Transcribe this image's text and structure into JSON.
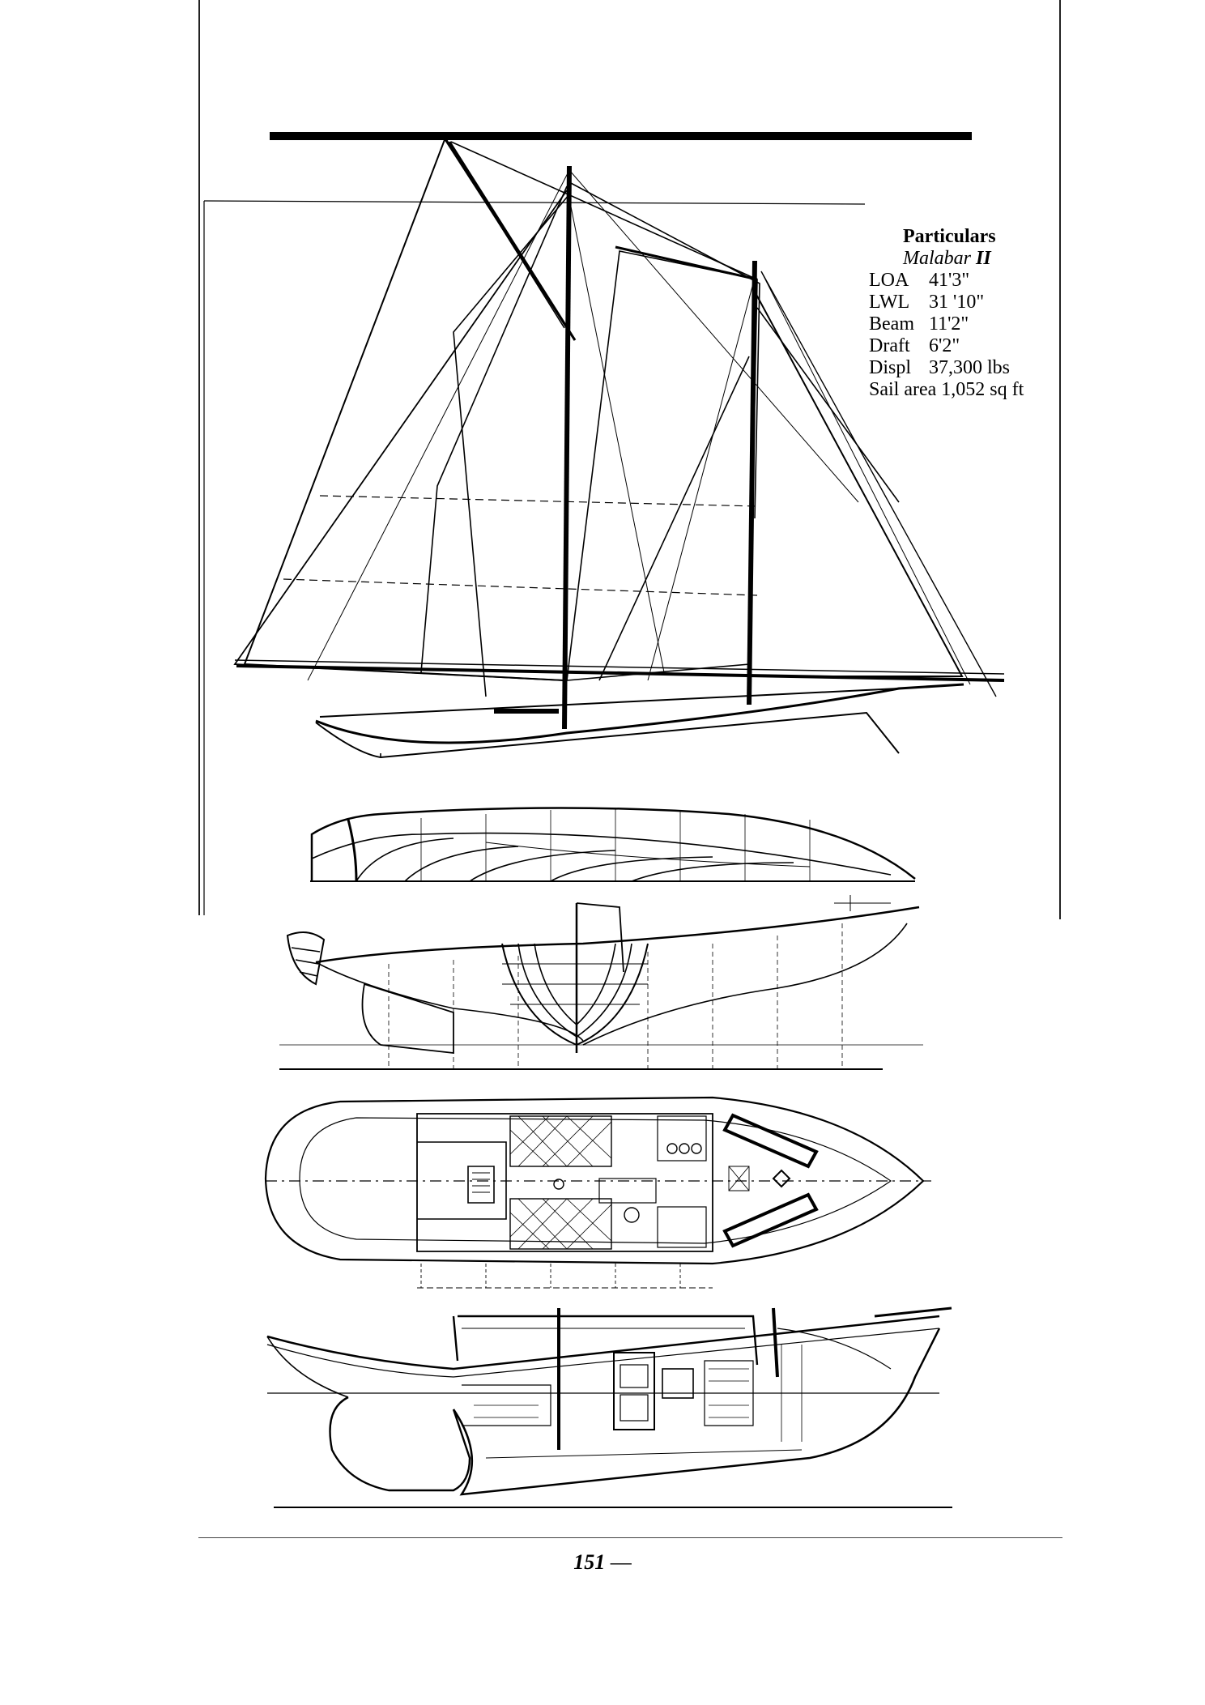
{
  "particulars": {
    "heading": "Particulars",
    "boat_name": "Malabar",
    "boat_numeral": "II",
    "specs": [
      {
        "label": "LOA",
        "value": "41'3\""
      },
      {
        "label": "LWL",
        "value": "31 '10\""
      },
      {
        "label": "Beam",
        "value": "11'2\""
      },
      {
        "label": "Draft",
        "value": "6'2\""
      },
      {
        "label": "Displ",
        "value": "37,300 lbs"
      },
      {
        "label": "Sail area",
        "value": "1,052 sq ft"
      }
    ]
  },
  "page": {
    "number": "151",
    "suffix": " —"
  },
  "drawings": [
    {
      "name": "sail-plan",
      "icon": "schooner-sail-plan"
    },
    {
      "name": "lines-profile",
      "icon": "hull-lines-profile"
    },
    {
      "name": "body-plan",
      "icon": "hull-body-plan"
    },
    {
      "name": "deck-plan",
      "icon": "accommodation-plan"
    },
    {
      "name": "inboard-profile",
      "icon": "inboard-profile"
    }
  ]
}
